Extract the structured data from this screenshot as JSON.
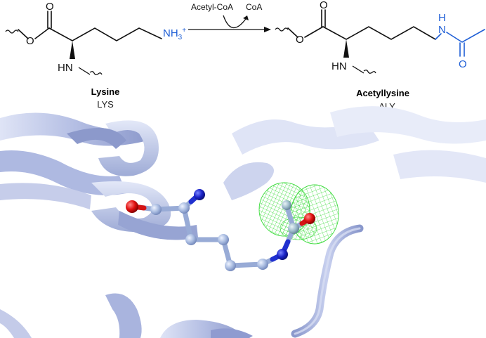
{
  "reaction": {
    "reagent_in": "Acetyl-CoA",
    "reagent_out": "CoA"
  },
  "lysine": {
    "name": "Lysine",
    "code": "LYS",
    "atoms": {
      "carbonyl_o": "O",
      "ester_o": "O",
      "amine": "HN",
      "ammonium": "NH",
      "ammonium_sub": "3",
      "ammonium_sup": "+"
    }
  },
  "acetyllysine": {
    "name": "Acetyllysine",
    "code": "ALY",
    "atoms": {
      "carbonyl_o": "O",
      "ester_o": "O",
      "amine": "HN",
      "amide_h": "H",
      "amide_n": "N",
      "acetyl_o": "O"
    }
  },
  "colors": {
    "ribbon": "#aab4dc",
    "ribbon_light": "#cdd4ee",
    "carbon": "#a8bbe0",
    "nitrogen": "#1a23c8",
    "oxygen": "#e01010",
    "density_mesh": "#3ddc3d",
    "highlight_blue": "#1f5fd6"
  },
  "icons": [
    "reaction-arrow-icon",
    "curved-arrow-icon"
  ]
}
